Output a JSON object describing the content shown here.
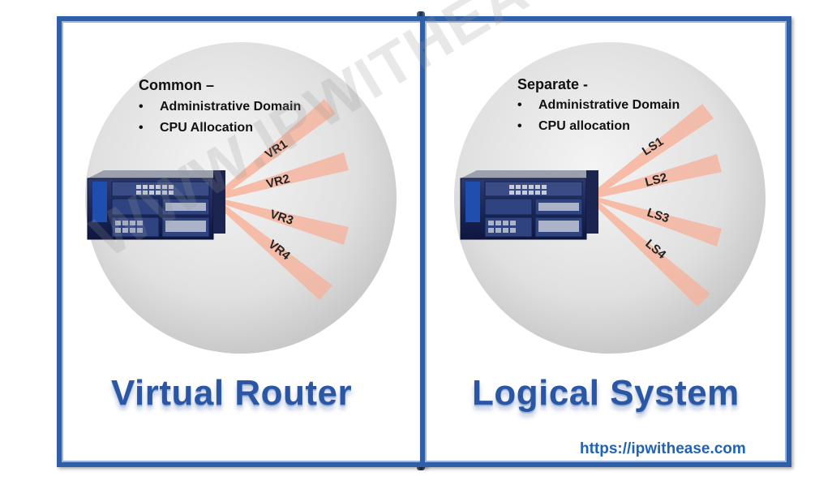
{
  "left": {
    "heading": "Common –",
    "bullets": [
      "Administrative Domain",
      "CPU Allocation"
    ],
    "beams": [
      "VR1",
      "VR2",
      "VR3",
      "VR4"
    ],
    "title": "Virtual Router"
  },
  "right": {
    "heading": "Separate -",
    "bullets": [
      "Administrative Domain",
      "CPU allocation"
    ],
    "beams": [
      "LS1",
      "LS2",
      "LS3",
      "LS4"
    ],
    "title": "Logical System"
  },
  "watermark": "WWW.IPWITHEASE.COM",
  "url": "https://ipwithease.com",
  "colors": {
    "frame": "#2f5fa8",
    "title": "#2a56a4",
    "beam": "#f4a58a",
    "url": "#1f62b6"
  }
}
